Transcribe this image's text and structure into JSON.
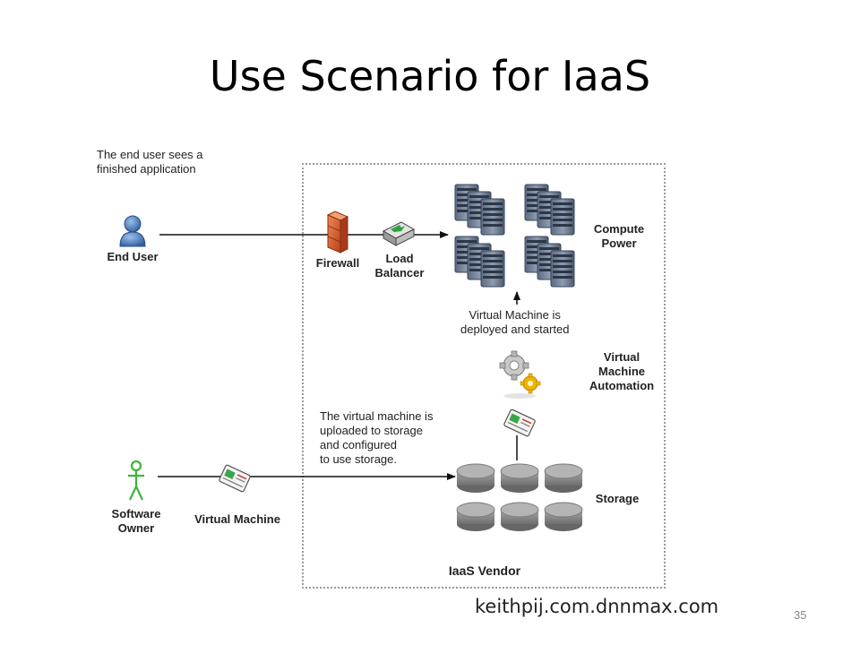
{
  "slide": {
    "title": "Use Scenario for IaaS",
    "page_number": "35",
    "watermark": "keithpij.com.dnnmax.com"
  },
  "diagram": {
    "notes": {
      "end_user_sees": [
        "The end user sees a",
        "finished application"
      ],
      "vm_deployed": [
        "Virtual Machine is",
        "deployed and started"
      ],
      "vm_uploaded": [
        "The virtual machine is",
        "uploaded to storage",
        "and configured",
        "to use storage."
      ]
    },
    "labels": {
      "end_user": "End User",
      "firewall": "Firewall",
      "load_balancer": [
        "Load",
        "Balancer"
      ],
      "compute_power": [
        "Compute",
        "Power"
      ],
      "vm_automation": [
        "Virtual",
        "Machine",
        "Automation"
      ],
      "storage": "Storage",
      "software_owner": [
        "Software",
        "Owner"
      ],
      "virtual_machine": "Virtual Machine",
      "iaas_vendor": "IaaS Vendor"
    },
    "icons": [
      "user-icon",
      "firewall-icon",
      "load-balancer-icon",
      "server-rack-icon",
      "gears-icon",
      "virtual-machine-icon",
      "storage-disk-icon",
      "stick-figure-icon"
    ],
    "colors": {
      "user": "#4b79b7",
      "firewall": "#d2552a",
      "stick_figure": "#3ab53a",
      "gear_gold": "#f0b400",
      "server": "#6f7f96",
      "disk": "#8a8a8a"
    }
  }
}
